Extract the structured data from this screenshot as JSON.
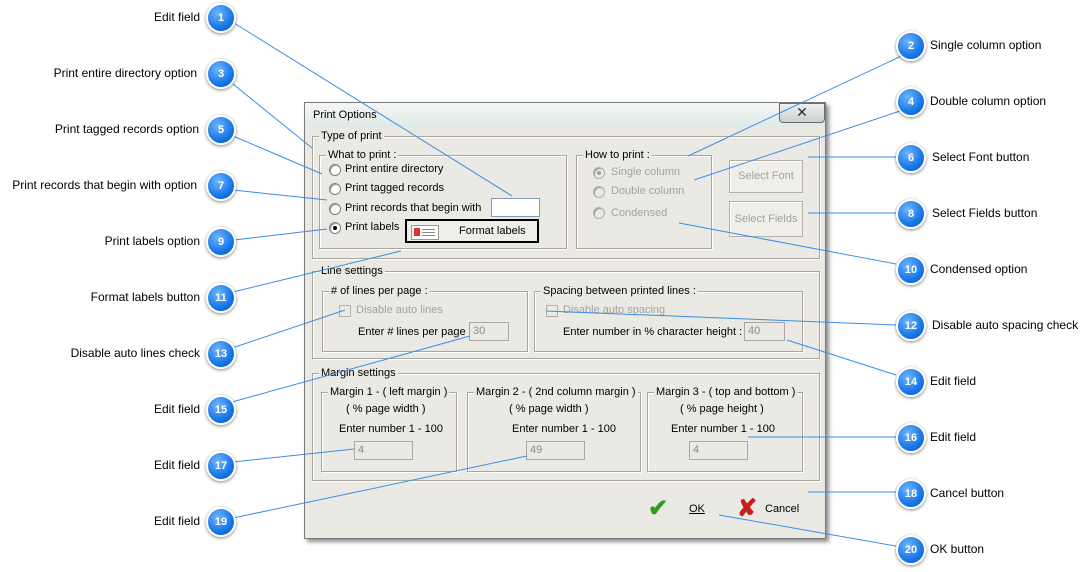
{
  "dialog": {
    "title": "Print Options",
    "close_glyph": "✕",
    "type_of_print": {
      "legend": "Type of print",
      "what_to_print": {
        "legend": "What to print :",
        "options": [
          "Print entire directory",
          "Print tagged records",
          "Print records that begin with",
          "Print labels"
        ],
        "selected": "Print labels",
        "begin_with_value": ""
      },
      "format_labels_button": "Format labels",
      "how_to_print": {
        "legend": "How to print :",
        "options": [
          "Single column",
          "Double column",
          "Condensed"
        ],
        "selected": "Single column"
      },
      "select_font_button": "Select Font",
      "select_fields_button": "Select Fields"
    },
    "line_settings": {
      "legend": "Line settings",
      "lines_per_page": {
        "legend": "# of lines per page :",
        "disable_check_label": "Disable auto lines",
        "enter_label": "Enter # lines per page :",
        "value": "30"
      },
      "spacing": {
        "legend": "Spacing between printed lines :",
        "disable_check_label": "Disable auto spacing",
        "enter_label": "Enter number in % character height :",
        "value": "40"
      }
    },
    "margin_settings": {
      "legend": "Margin settings",
      "margins": [
        {
          "legend": "Margin 1 - ( left margin )",
          "unit": "( % page width )",
          "prompt": "Enter number 1 - 100",
          "value": "4"
        },
        {
          "legend": "Margin 2 - ( 2nd column margin )",
          "unit": "( % page width )",
          "prompt": "Enter number 1 - 100",
          "value": "49"
        },
        {
          "legend": "Margin 3 - ( top and bottom )",
          "unit": "( % page height )",
          "prompt": "Enter number 1 - 100",
          "value": "4"
        }
      ]
    },
    "ok_button": "OK",
    "cancel_button": "Cancel"
  },
  "callouts": [
    {
      "number": "1",
      "label": "Edit field"
    },
    {
      "number": "2",
      "label": "Single column option"
    },
    {
      "number": "3",
      "label": "Print entire directory option"
    },
    {
      "number": "4",
      "label": "Double column option"
    },
    {
      "number": "5",
      "label": "Print tagged records option"
    },
    {
      "number": "6",
      "label": "Select Font button"
    },
    {
      "number": "7",
      "label": "Print records that begin with option"
    },
    {
      "number": "8",
      "label": "Select Fields button"
    },
    {
      "number": "9",
      "label": "Print labels option"
    },
    {
      "number": "10",
      "label": "Condensed option"
    },
    {
      "number": "11",
      "label": "Format labels button"
    },
    {
      "number": "12",
      "label": "Disable auto spacing check"
    },
    {
      "number": "13",
      "label": "Disable auto lines check"
    },
    {
      "number": "14",
      "label": "Edit field"
    },
    {
      "number": "15",
      "label": "Edit field"
    },
    {
      "number": "16",
      "label": "Edit field"
    },
    {
      "number": "17",
      "label": "Edit field"
    },
    {
      "number": "18",
      "label": "Cancel button"
    },
    {
      "number": "19",
      "label": "Edit field"
    },
    {
      "number": "20",
      "label": "OK button"
    }
  ],
  "colors": {
    "callout_badge": "#1776e6",
    "leader_line": "#3a8ee8",
    "dialog_face": "#eae9e4",
    "ok_check": "#2e9e1f",
    "cancel_x": "#c81e1e"
  }
}
